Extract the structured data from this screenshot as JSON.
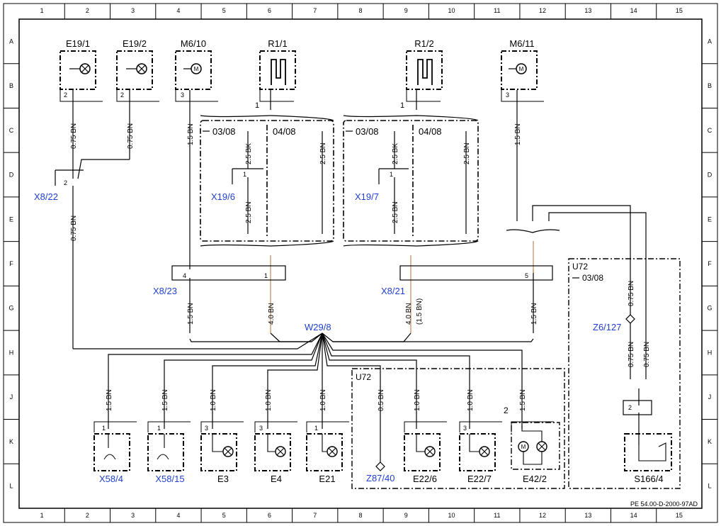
{
  "grid": {
    "columns": [
      "1",
      "2",
      "3",
      "4",
      "5",
      "6",
      "7",
      "8",
      "9",
      "10",
      "11",
      "12",
      "13",
      "14",
      "15"
    ],
    "rows": [
      "A",
      "B",
      "C",
      "D",
      "E",
      "F",
      "G",
      "H",
      "J",
      "K",
      "L"
    ]
  },
  "components_top": {
    "e19_1": "E19/1",
    "e19_2": "E19/2",
    "m6_10": "M6/10",
    "r1_1": "R1/1",
    "r1_2": "R1/2",
    "m6_11": "M6/11"
  },
  "connectors": {
    "x8_22": "X8/22",
    "x19_6": "X19/6",
    "x19_7": "X19/7",
    "x8_23": "X8/23",
    "x8_21": "X8/21",
    "z6_127": "Z6/127",
    "w29_8": "W29/8",
    "z87_40": "Z87/40"
  },
  "components_bottom": {
    "x58_4": "X58/4",
    "x58_15": "X58/15",
    "e3": "E3",
    "e4": "E4",
    "e21": "E21",
    "e22_6": "E22/6",
    "e22_7": "E22/7",
    "e42_2": "E42/2",
    "s166_4": "S166/4"
  },
  "wires": {
    "bn_075": "0.75 BN",
    "bn_15": "1.5 BN",
    "bn_10": "1.0 BN",
    "bn_05": "0.5 BN",
    "bn_25": "2.5 BN",
    "bk_25": "2.5 BK",
    "bn_40": "4.0 BN",
    "bn_15_paren": "(1.5 BN)"
  },
  "blocks": {
    "variant_a": "03/08",
    "variant_b": "04/08",
    "u72_title": "U72",
    "u72_variant": "03/08"
  },
  "pins": {
    "p1": "1",
    "p2": "2",
    "p3": "3",
    "p4": "4",
    "p5": "5"
  },
  "footer": "PE 54.00-D-2000-97AD",
  "colors": {
    "line": "#000000",
    "wire_tan": "#c8a07a",
    "label_blue": "#1f3fd0"
  }
}
